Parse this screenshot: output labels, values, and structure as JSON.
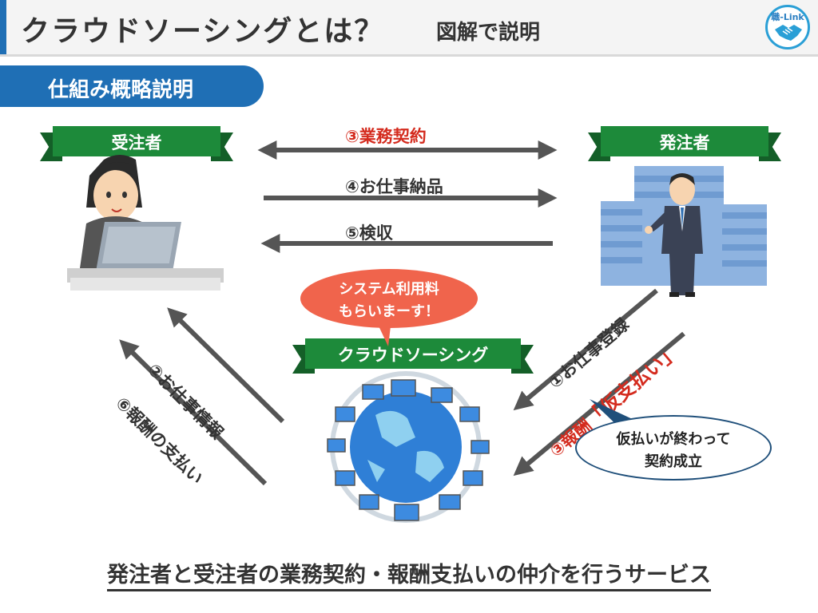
{
  "header": {
    "title": "クラウドソーシングとは？",
    "subtitle": "図解で説明",
    "logo_text": "職-Link"
  },
  "section": {
    "label": "仕組み概略説明"
  },
  "roles": {
    "contractor": "受注者",
    "client": "発注者",
    "platform": "クラウドソーシング"
  },
  "flows": {
    "contract": "③業務契約",
    "delivery": "④お仕事納品",
    "acceptance": "⑤検収",
    "register": "①お仕事登録",
    "reward_provisional_prefix": "③報酬",
    "reward_provisional_main": "「仮支払い」",
    "job_info": "②お仕事情報",
    "reward_payment": "⑥報酬の支払い"
  },
  "bubbles": {
    "fee_line1": "システム利用料",
    "fee_line2": "もらいまーす！",
    "contract_line1": "仮払いが終わって",
    "contract_line2": "契約成立"
  },
  "footer": {
    "caption": "発注者と受注者の業務契約・報酬支払いの仲介を行うサービス"
  },
  "colors": {
    "brand_blue": "#1f6fb5",
    "banner_green": "#1d8a3a",
    "accent_red": "#d42b1e",
    "bubble_red": "#f0644c"
  }
}
